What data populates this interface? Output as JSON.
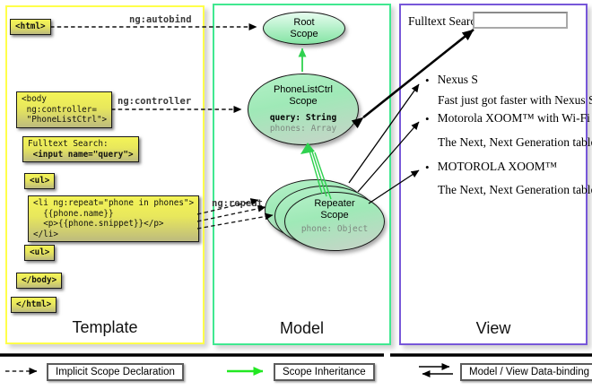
{
  "colors": {
    "template_border": "#ffff4a",
    "model_border": "#40e890",
    "view_border": "#7757d9",
    "scope_green": "#2fd14f",
    "legend_green": "#22e822"
  },
  "template_panel": {
    "label": "Template",
    "html_open": "<html>",
    "body_open": {
      "lines": [
        "<body",
        " ng:controller=",
        " \"PhoneListCtrl\">"
      ]
    },
    "fulltext_box": {
      "line1": "Fulltext Search:",
      "line2": " <input name=\"query\">"
    },
    "ul_open": "<ul>",
    "li_box": {
      "lines": [
        "<li ng:repeat=\"phone in phones\">",
        "  {{phone.name}}",
        "  <p>{{phone.snippet}}</p>",
        "</li>"
      ]
    },
    "ul_close": "<ul>",
    "body_close": "</body>",
    "html_close": "</html>"
  },
  "edge_labels": {
    "autobind": "ng:autobind",
    "controller": "ng:controller",
    "repeat": "ng:repeat"
  },
  "model_panel": {
    "label": "Model",
    "root_scope": {
      "line1": "Root",
      "line2": "Scope"
    },
    "phonelist_scope": {
      "line1": "PhoneListCtrl",
      "line2": "Scope",
      "prop1": "query: String",
      "prop2": "phones: Array"
    },
    "repeater_scope": {
      "line1": "Repeater",
      "line2": "Scope",
      "prop1": "phone: Object"
    }
  },
  "view_panel": {
    "label": "View",
    "fulltext_label": "Fulltext Search:",
    "search_value": "",
    "bullet": "•",
    "items": [
      {
        "title": "Nexus S",
        "desc": "Fast just got faster with Nexus S."
      },
      {
        "title": "Motorola XOOM™ with Wi-Fi",
        "desc": "The Next, Next Generation tablet."
      },
      {
        "title": "MOTOROLA XOOM™",
        "desc": "The Next, Next Generation tablet."
      }
    ]
  },
  "legend": {
    "implicit": "Implicit Scope Declaration",
    "inheritance": "Scope Inheritance",
    "databinding": "Model / View Data-binding"
  }
}
